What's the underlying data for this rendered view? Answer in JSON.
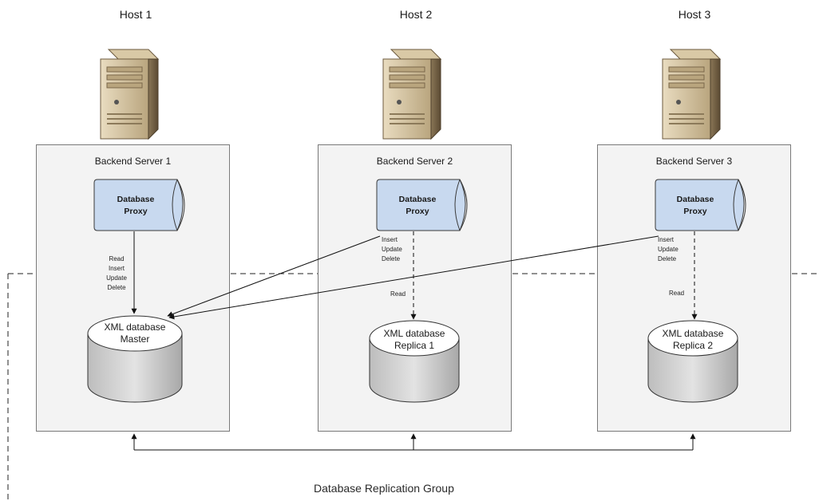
{
  "hosts": [
    {
      "label": "Host 1"
    },
    {
      "label": "Host 2"
    },
    {
      "label": "Host 3"
    }
  ],
  "servers": [
    {
      "title": "Backend Server 1",
      "proxy": [
        "Database",
        "Proxy"
      ],
      "db": [
        "XML database",
        "Master"
      ],
      "ops": [
        "Read",
        "Insert",
        "Update",
        "Delete"
      ]
    },
    {
      "title": "Backend Server 2",
      "proxy": [
        "Database",
        "Proxy"
      ],
      "db": [
        "XML database",
        "Replica 1"
      ],
      "ops": [
        "Insert",
        "Update",
        "Delete"
      ],
      "read": "Read"
    },
    {
      "title": "Backend Server 3",
      "proxy": [
        "Database",
        "Proxy"
      ],
      "db": [
        "XML database",
        "Replica 2"
      ],
      "ops": [
        "Insert",
        "Update",
        "Delete"
      ],
      "read": "Read"
    }
  ],
  "group_label": "Database Replication Group",
  "colors": {
    "proxy_fill": "#c8d9ef",
    "db_fill": "#d6d6d6",
    "box_fill": "#f3f3f3"
  }
}
